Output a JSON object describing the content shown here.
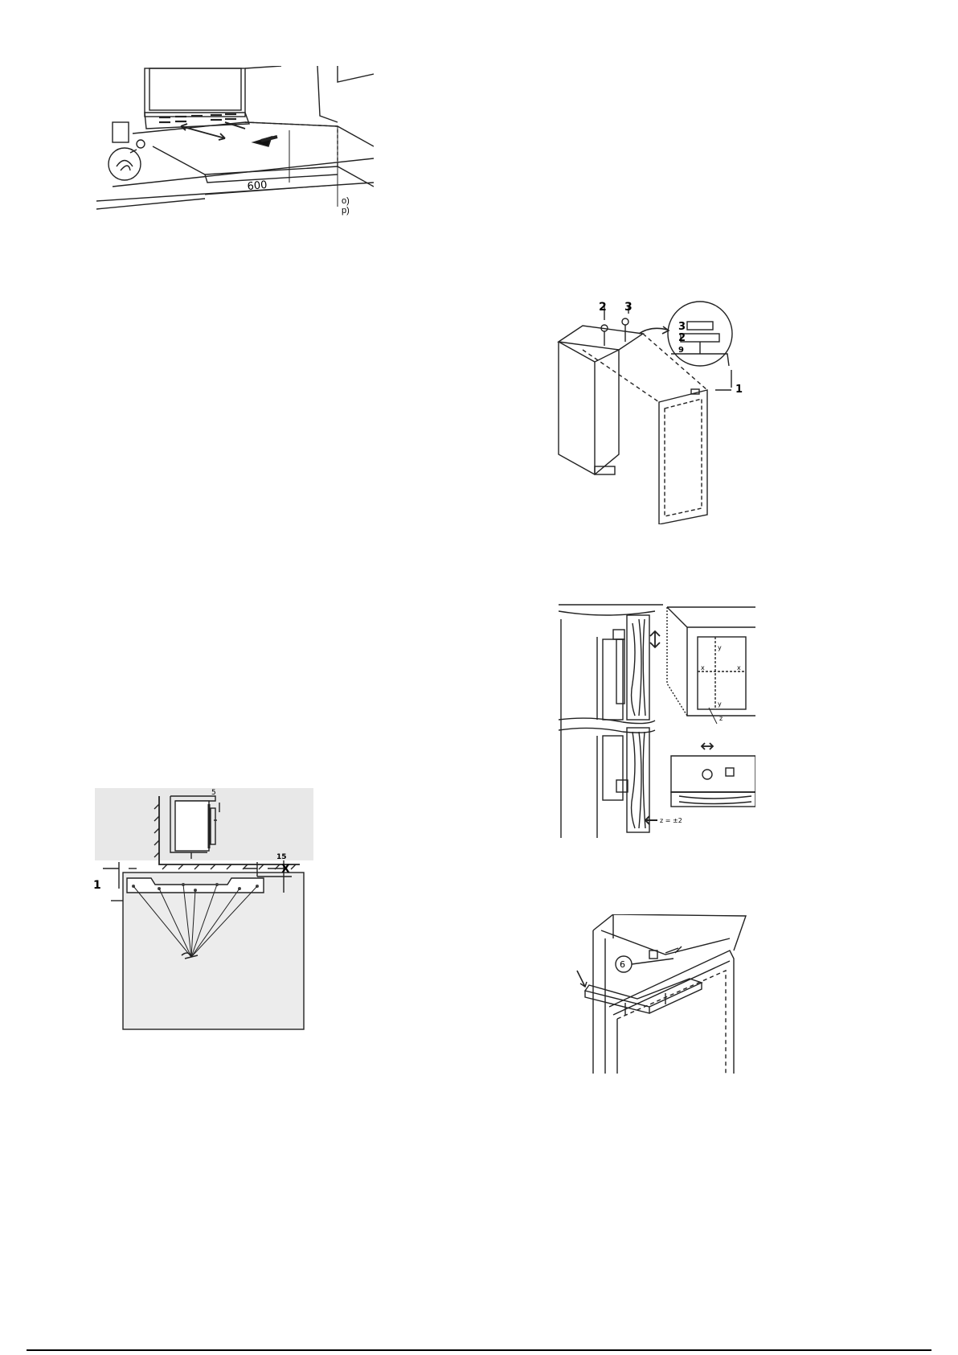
{
  "figure1": {
    "dimension": "600",
    "marks": [
      "o)",
      "p)"
    ]
  },
  "figure2": {
    "callouts": [
      "2",
      "3",
      "3",
      "2",
      "9",
      "1"
    ]
  },
  "figure3": {
    "labels": [
      "y",
      "x",
      "x",
      "y",
      "z",
      "z = ±2"
    ]
  },
  "figure4": {
    "dim_top": "5",
    "dim_right": "15",
    "x_mark": "X",
    "callout": "1"
  },
  "figure5": {
    "callout": "6"
  }
}
